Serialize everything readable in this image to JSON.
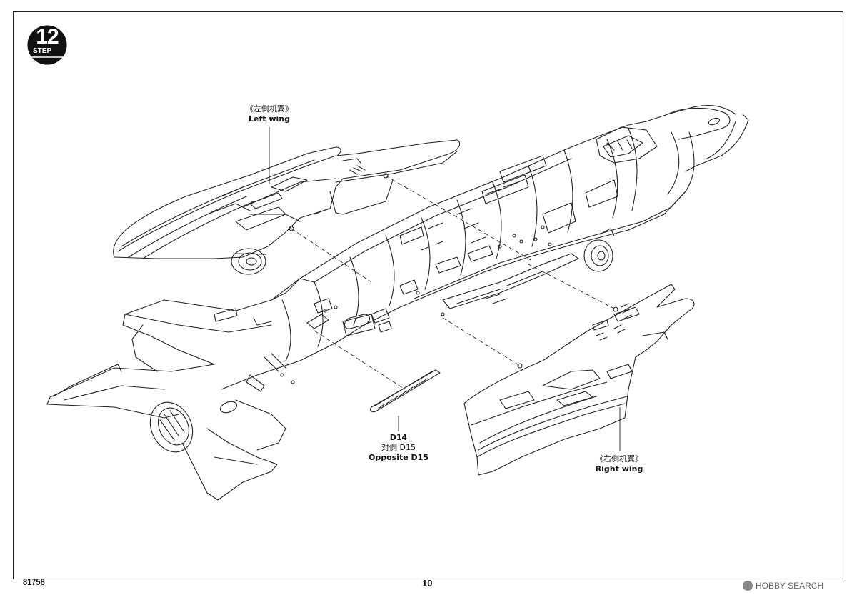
{
  "step": {
    "number": "12",
    "word": "STEP"
  },
  "labels": {
    "left_wing_cn": "《左側机翼》",
    "left_wing_en": "Left wing",
    "right_wing_cn": "《右側机翼》",
    "right_wing_en": "Right wing",
    "part_main": "D14",
    "part_opposite_cn": "对側 D15",
    "part_opposite_en": "Opposite D15"
  },
  "footer": {
    "product_code": "81758",
    "page_number": "10"
  },
  "watermark": {
    "text": "HOBBY SEARCH"
  }
}
